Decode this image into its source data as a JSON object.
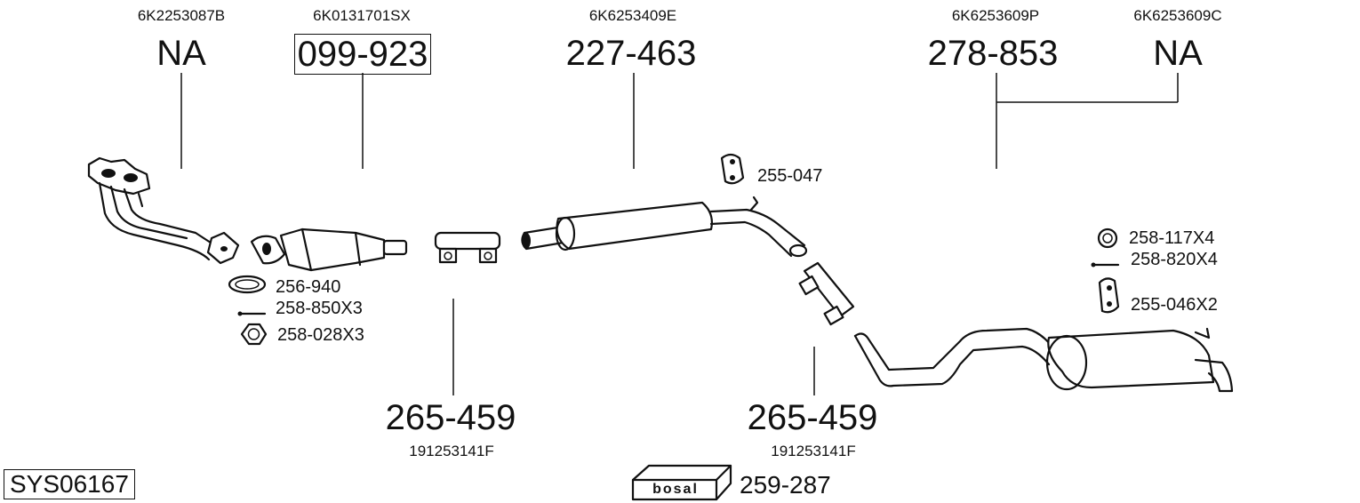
{
  "diagram": {
    "system_code": "SYS06167",
    "brand": "bosal",
    "mounting_kit": "259-287",
    "parts": [
      {
        "oem": "6K2253087B",
        "bosal": "NA",
        "boxed": false,
        "component": "exhaust manifold / front pipe"
      },
      {
        "oem": "6K0131701SX",
        "bosal": "099-923",
        "boxed": true,
        "component": "catalytic converter"
      },
      {
        "oem": "6K6253409E",
        "bosal": "227-463",
        "boxed": false,
        "component": "middle silencer"
      },
      {
        "oem": "6K6253609P",
        "bosal": "278-853",
        "boxed": false,
        "component": "rear silencer"
      },
      {
        "oem": "6K6253609C",
        "bosal": "NA",
        "boxed": false,
        "component": "rear silencer alt"
      }
    ],
    "clamps": [
      {
        "bosal": "265-459",
        "oem": "191253141F"
      },
      {
        "bosal": "265-459",
        "oem": "191253141F"
      }
    ],
    "accessories": {
      "gasket": "256-940",
      "bolt_front": "258-850X3",
      "nut_front": "258-028X3",
      "rubber_mount_mid": "255-047",
      "ring_rear": "258-117X4",
      "bolt_rear": "258-820X4",
      "rubber_mount_rear": "255-046X2"
    }
  }
}
